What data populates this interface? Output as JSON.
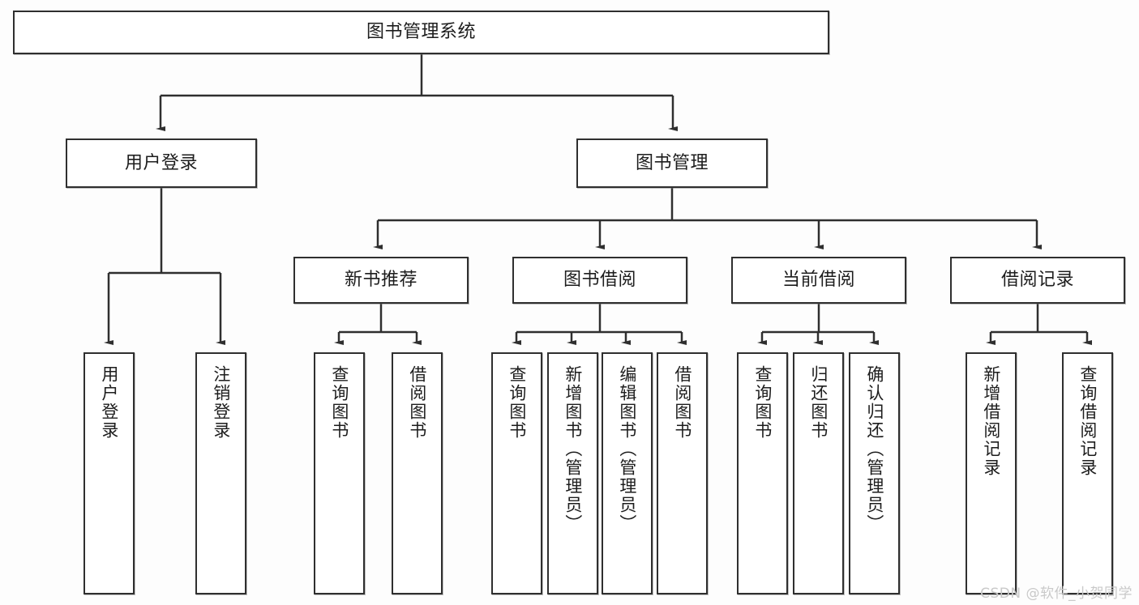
{
  "diagram": {
    "title": "图书管理系统",
    "type": "hierarchy-tree",
    "colors": {
      "border": "#2f2f2f",
      "background": "#fdfdfd",
      "box_fill": "#ffffff",
      "text": "#1d1d1d",
      "watermark": "#c9c9c9"
    },
    "root": {
      "label": "图书管理系统"
    },
    "level2": [
      {
        "label": "用户登录"
      },
      {
        "label": "图书管理"
      }
    ],
    "level3": [
      {
        "label": "新书推荐"
      },
      {
        "label": "图书借阅"
      },
      {
        "label": "当前借阅"
      },
      {
        "label": "借阅记录"
      }
    ],
    "leaves": {
      "user_login": [
        {
          "label": "用户登录"
        },
        {
          "label": "注销登录"
        }
      ],
      "new_book": [
        {
          "label": "查询图书"
        },
        {
          "label": "借阅图书"
        }
      ],
      "book_borrow": [
        {
          "label": "查询图书"
        },
        {
          "label": "新增图书（管理员）"
        },
        {
          "label": "编辑图书（管理员）"
        },
        {
          "label": "借阅图书"
        }
      ],
      "current_borrow": [
        {
          "label": "查询图书"
        },
        {
          "label": "归还图书"
        },
        {
          "label": "确认归还（管理员）"
        }
      ],
      "borrow_record": [
        {
          "label": "新增借阅记录"
        },
        {
          "label": "查询借阅记录"
        }
      ]
    }
  },
  "watermark": {
    "text": "CSDN @软件_小贺同学"
  }
}
